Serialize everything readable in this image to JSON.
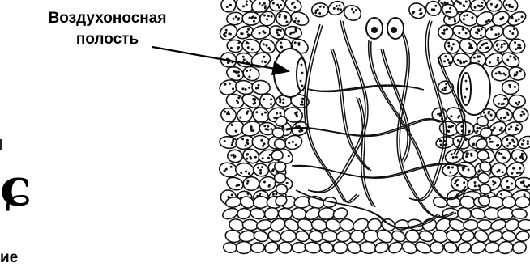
{
  "annotation": {
    "line1": "Воздухоносная",
    "line2": "полость"
  },
  "cut_off_text": "ие",
  "cut_off_glyph": "ɕ"
}
